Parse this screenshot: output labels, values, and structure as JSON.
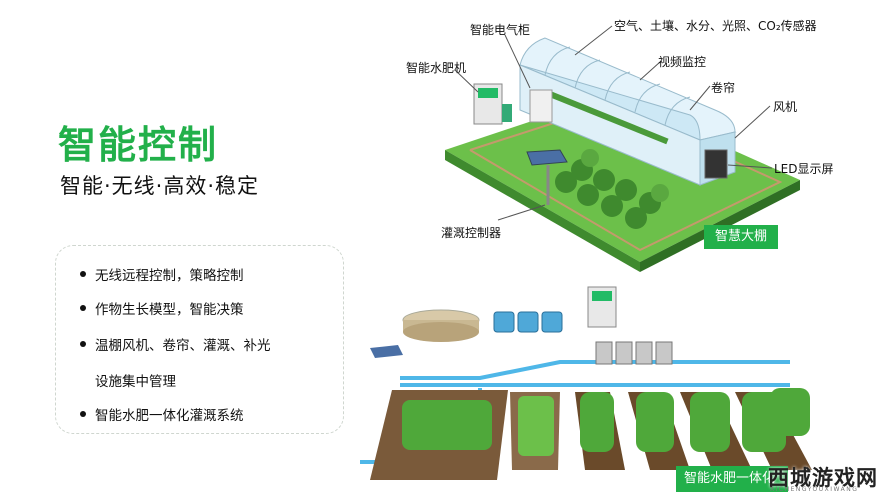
{
  "heading": "智能控制",
  "subheading": "智能·无线·高效·稳定",
  "features": [
    "无线远程控制，策略控制",
    "作物生长模型，智能决策",
    "温棚风机、卷帘、灌溉、补光",
    "设施集中管理",
    "智能水肥一体化灌溉系统"
  ],
  "greenhouse_labels": {
    "cabinet": "智能电气柜",
    "sensors": "空气、土壤、水分、光照、CO₂传感器",
    "fertigation_machine": "智能水肥机",
    "video": "视频监控",
    "curtain": "卷帘",
    "fan": "风机",
    "led": "LED显示屏",
    "irrigation_controller": "灌溉控制器"
  },
  "badges": {
    "greenhouse": "智慧大棚",
    "fertigation": "智能水肥一体化"
  },
  "watermark": {
    "main": "西城游戏网",
    "sub": "XICHENGYOUXIWANG"
  },
  "colors": {
    "brand_green": "#22b04a",
    "pipe_blue": "#4fb7e8"
  }
}
